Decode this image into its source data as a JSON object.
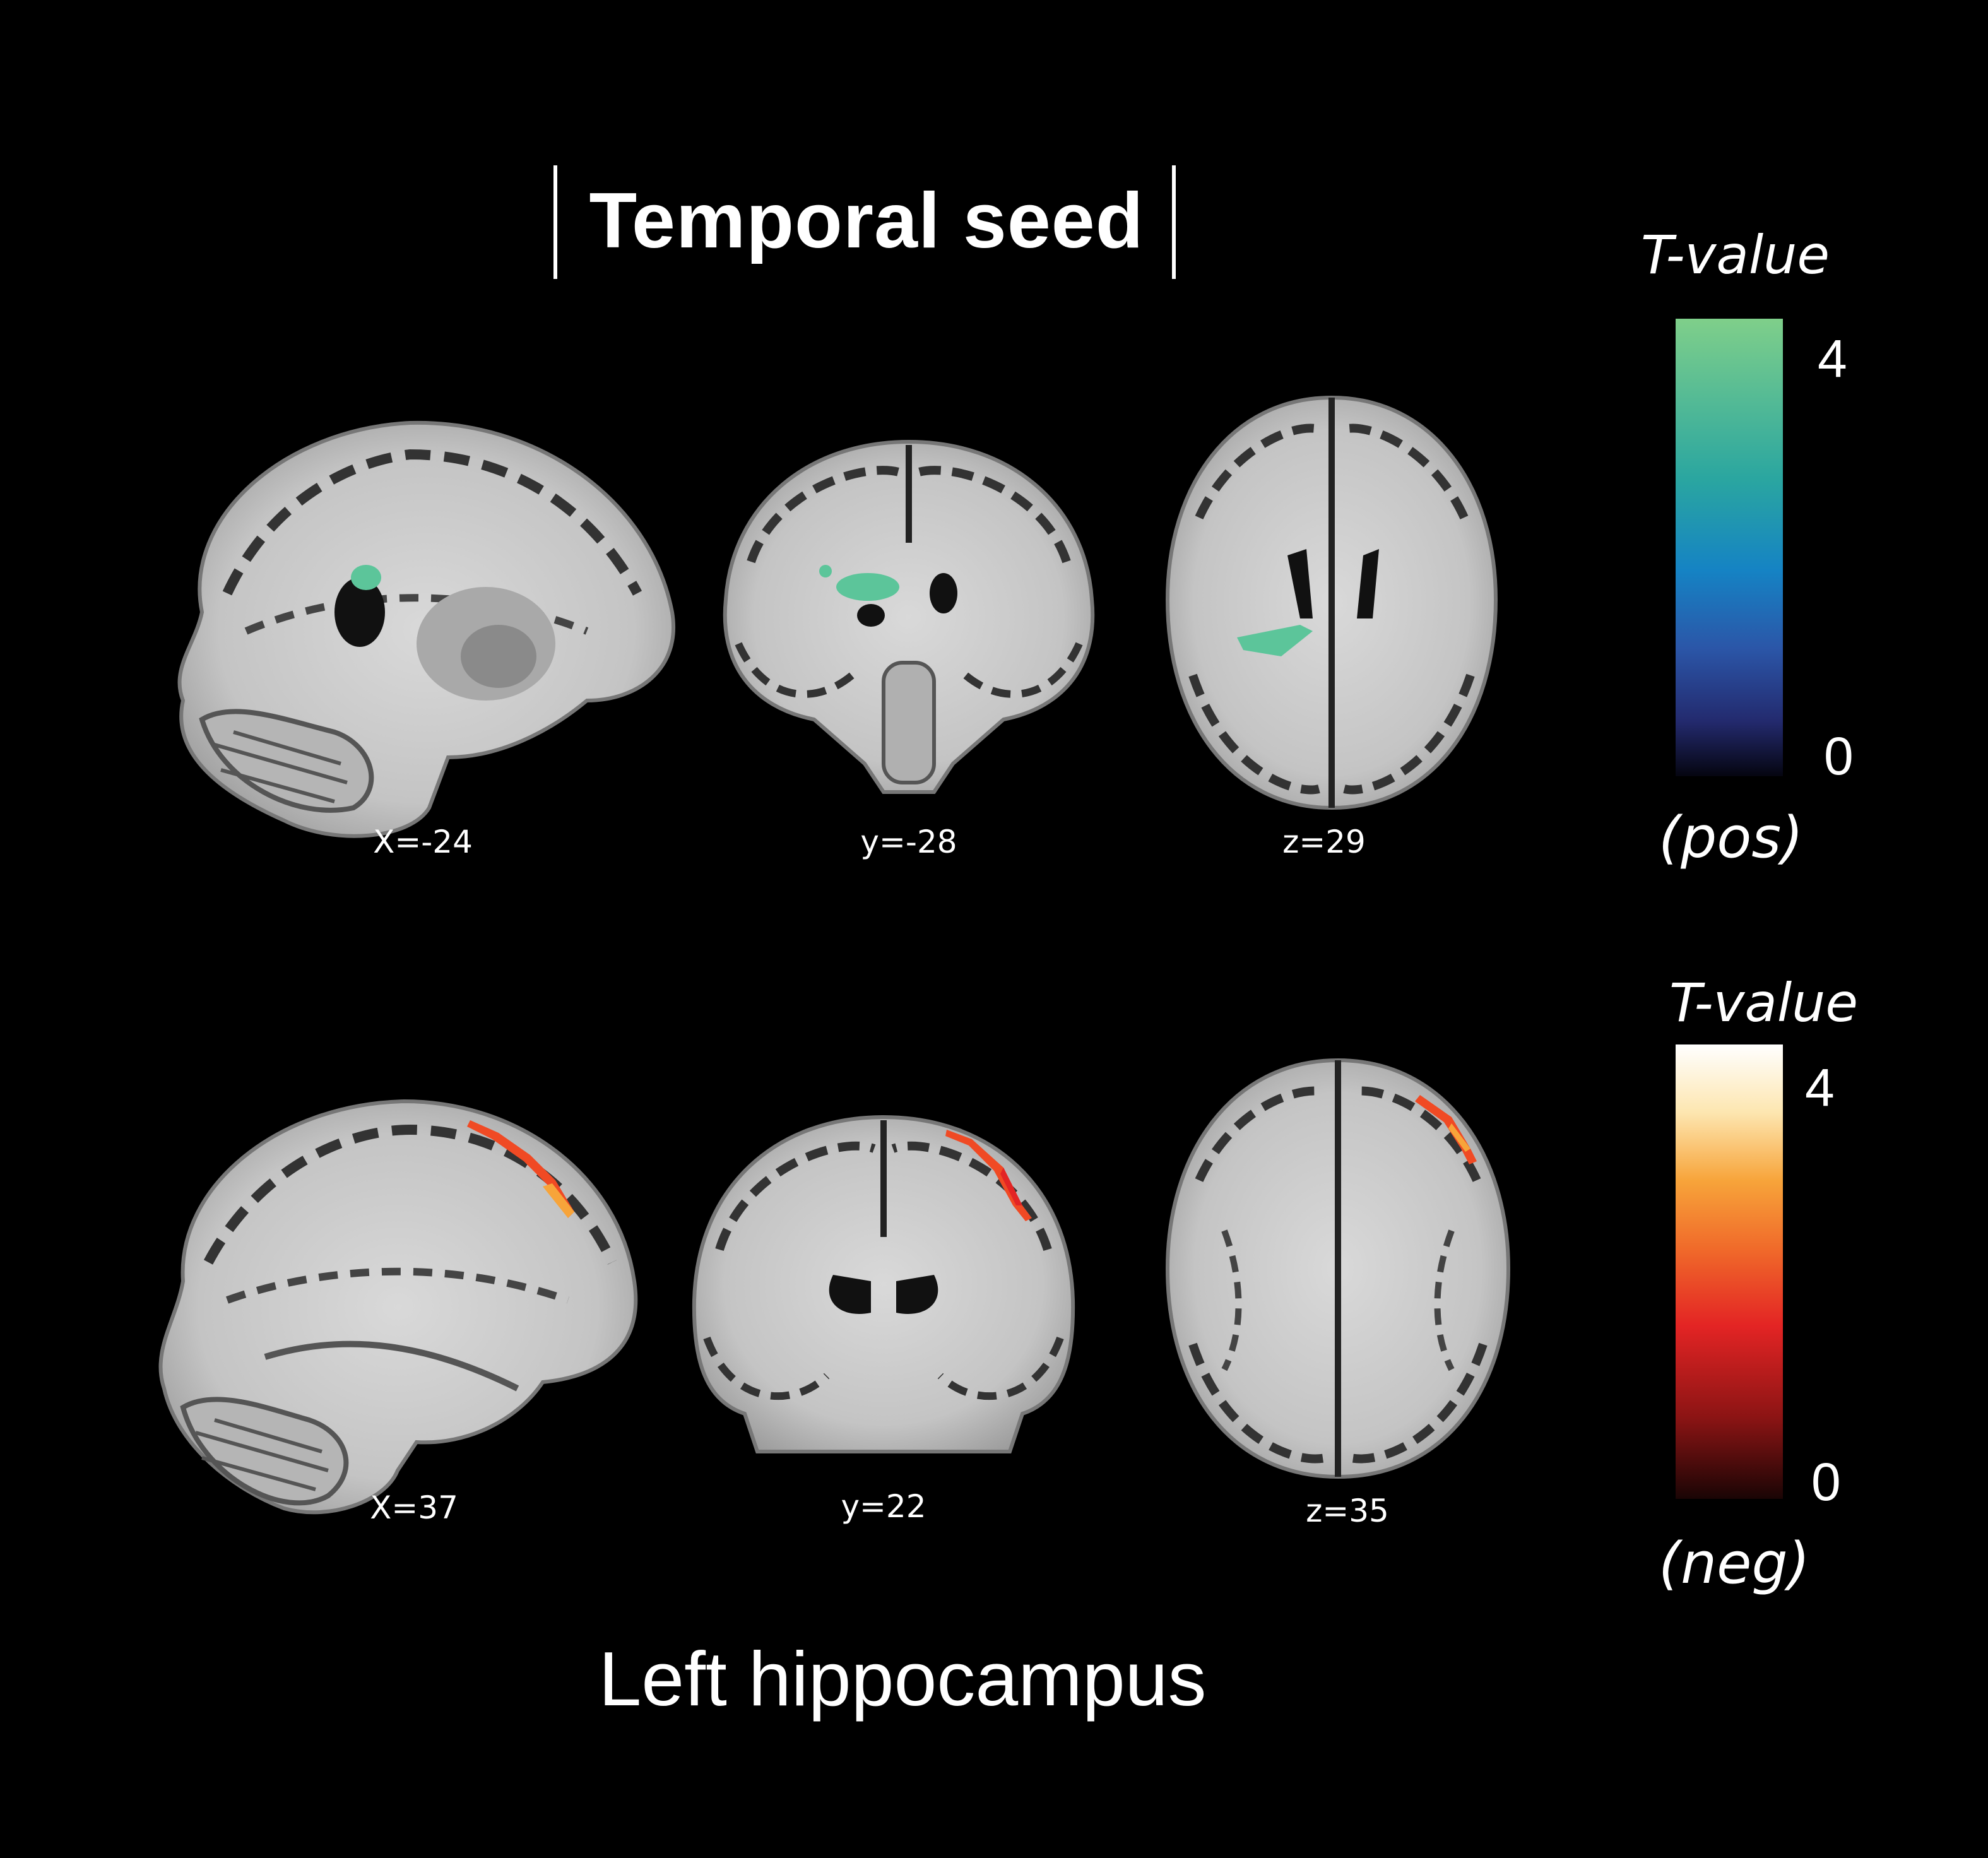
{
  "title": "Temporal seed",
  "footer": "Left hippocampus",
  "rows": [
    {
      "views": [
        {
          "view": "sagittal",
          "coord": "X=-24"
        },
        {
          "view": "coronal",
          "coord": "y=-28"
        },
        {
          "view": "axial",
          "coord": "z=29"
        }
      ],
      "colorbar": {
        "title": "T-value",
        "max_label": "4",
        "min_label": "0",
        "sign": "(pos)",
        "colors": [
          "#7fcf8a",
          "#2aa6a0",
          "#1583c4",
          "#2b56a8",
          "#232a6e",
          "#050510"
        ]
      },
      "blob_color": "#5cc59a"
    },
    {
      "views": [
        {
          "view": "sagittal",
          "coord": "X=37"
        },
        {
          "view": "coronal",
          "coord": "y=22"
        },
        {
          "view": "axial",
          "coord": "z=35"
        }
      ],
      "colorbar": {
        "title": "T-value",
        "max_label": "4",
        "min_label": "0",
        "sign": "(neg)",
        "colors": [
          "#ffffff",
          "#fde6b0",
          "#f7a43a",
          "#f06a2a",
          "#e32424",
          "#8c1414",
          "#1a0505"
        ]
      },
      "blob_color": "#f04a24"
    }
  ]
}
